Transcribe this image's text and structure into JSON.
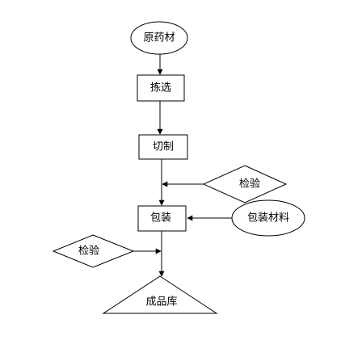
{
  "nodes": {
    "raw_material": "原药材",
    "sorting": "拣选",
    "cutting": "切制",
    "inspection_1": "检验",
    "packaging": "包装",
    "packaging_material": "包装材料",
    "inspection_2": "检验",
    "finished_goods": "成品库"
  },
  "colors": {
    "stroke": "#000000",
    "fill": "#ffffff",
    "text": "#000000"
  }
}
